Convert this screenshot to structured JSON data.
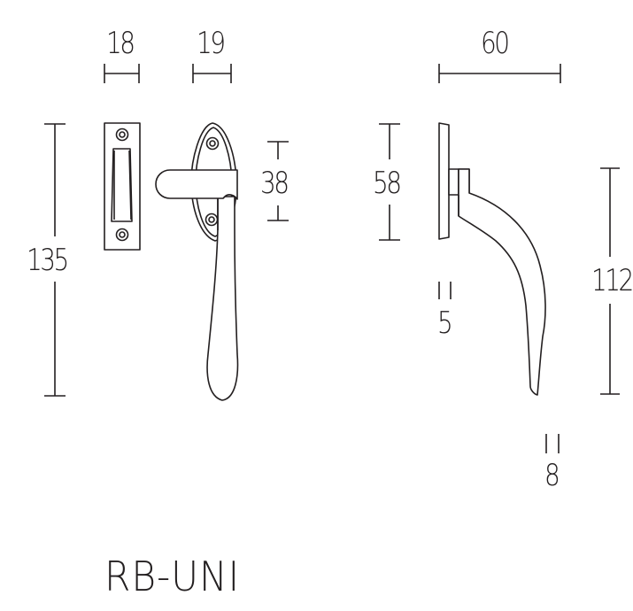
{
  "product": {
    "model_code": "RB-UNI"
  },
  "dimensions": {
    "strike_plate_width": "18",
    "handle_front_width": "19",
    "overall_height": "135",
    "rose_screw_spacing": "38",
    "side_rose_height": "58",
    "projection": "60",
    "lever_drop": "112",
    "rose_thickness": "5",
    "lever_tip_thickness": "8"
  },
  "views": [
    {
      "name": "strike-plate-front-view"
    },
    {
      "name": "handle-front-view"
    },
    {
      "name": "handle-side-view"
    }
  ],
  "colors": {
    "line": "#231f20",
    "background": "#ffffff"
  }
}
